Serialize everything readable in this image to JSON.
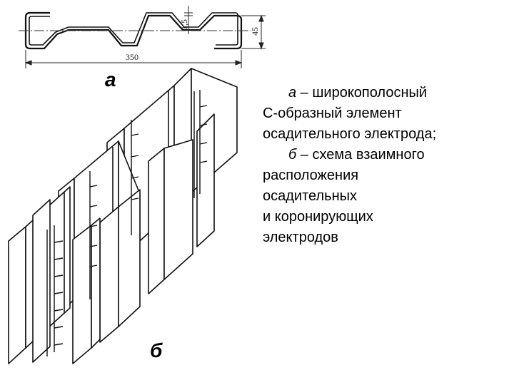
{
  "figure": {
    "dimensions": {
      "thickness": "1,5",
      "height": "45",
      "width": "350"
    },
    "label_a": "а",
    "label_b": "б"
  },
  "caption": {
    "line1_letter": "а",
    "line1_text": " – широкополосный",
    "line2": "С-образный элемент",
    "line3": "осадительного электрода;",
    "line4_letter": "б",
    "line4_text": " – схема взаимного",
    "line5": "расположения",
    "line6": "осадительных",
    "line7": "и коронирующих",
    "line8": "электродов"
  }
}
